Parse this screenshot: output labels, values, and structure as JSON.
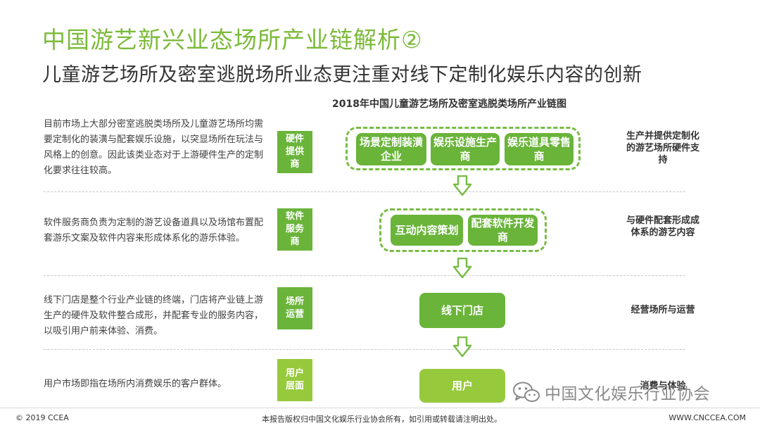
{
  "header": {
    "title": "中国游艺新兴业态场所产业链解析②",
    "subtitle": "儿童游艺场所及密室逃脱场所业态更注重对线下定制化娱乐内容的创新"
  },
  "diagram": {
    "title": "2018年中国儿童游艺场所及密室逃脱类场所产业链图",
    "rows": [
      {
        "description": "目前市场上大部分密室逃脱类场所及儿童游艺场所均需要定制化的装潢与配套娱乐设施，以突显场所在玩法与风格上的创意。因此该类业态对于上游硬件生产的定制化要求往往较高。",
        "category": "硬件提供商",
        "nodes": [
          "场景定制装潢企业",
          "娱乐设施生产商",
          "娱乐道具零售商"
        ],
        "note": "生产并提供定制化的游艺场所硬件支持"
      },
      {
        "description": "软件服务商负责为定制的游艺设备道具以及场馆布置配套游乐文案及软件内容来形成体系化的游乐体验。",
        "category": "软件服务商",
        "nodes": [
          "互动内容策划",
          "配套软件开发商"
        ],
        "note": "与硬件配套形成成体系的游艺内容"
      },
      {
        "description": "线下门店是整个行业产业链的终端，门店将产业链上游生产的硬件及软件整合成形，并配套专业的服务内容，以吸引用户前来体验、消费。",
        "category": "场所运营",
        "nodes": [
          "线下门店"
        ],
        "note": "经营场所与运营"
      },
      {
        "description": "用户市场即指在场所内消费娱乐的客户群体。",
        "category": "用户层面",
        "nodes": [
          "用户"
        ],
        "note": "消费与体验"
      }
    ]
  },
  "footer": {
    "copyright": "© 2019 CCEA",
    "notice": "本报告版权归中国文化娱乐行业协会所有，如引用或转载请注明出处。",
    "website": "WWW.CNCCEA.COM"
  },
  "watermark": {
    "text": "中国文化娱乐行业协会",
    "icon": "wechat-icon"
  },
  "colors": {
    "title_green": "#7cba3a",
    "node_green": "#6ab43a",
    "node_lime": "#97c93d",
    "dash_green": "#79bc45"
  }
}
